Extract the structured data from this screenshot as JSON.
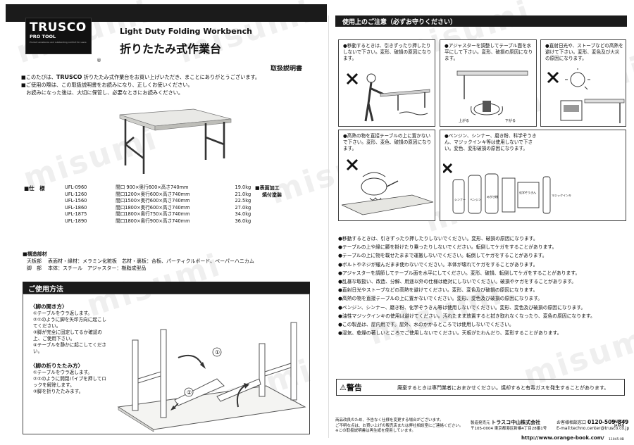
{
  "header": {
    "brand": "TRUSCO",
    "brand_sub": "PRO TOOL",
    "brand_fine": "Product excellence and outstanding comfort for users",
    "registered": "®",
    "en_title": "Light Duty Folding Workbench",
    "jp_title": "折りたたみ式作業台",
    "manual_label": "取扱説明書"
  },
  "intro": {
    "line1_pre": "■このたびは、",
    "line1_brand": "TRUSCO",
    "line1_post": " 折りたたみ式作業台をお買い上げいただき、まことにありがとうございます。",
    "line2": "■ご使用の際は、この取扱説明書をお読みになり、正しくお使いください。",
    "line3": "　お読みになった後は、大切に保管し、必要なときにお読みください。"
  },
  "spec": {
    "label": "■仕　様",
    "models": [
      "UFL-0960",
      "UFL-1260",
      "UFL-1560",
      "UFL-1860",
      "UFL-1875",
      "UFL-1890"
    ],
    "sizes": [
      "間口 900×奥行600×高さ740mm",
      "間口1200×奥行600×高さ740mm",
      "間口1500×奥行600×高さ740mm",
      "間口1800×奥行600×高さ740mm",
      "間口1800×奥行750×高さ740mm",
      "間口1800×奥行900×高さ740mm"
    ],
    "weights": [
      "19.0kg",
      "21.0kg",
      "22.5kg",
      "27.0kg",
      "34.0kg",
      "36.0kg"
    ],
    "finish_label": "■表面加工",
    "finish_value": "焼付塗装"
  },
  "structure": {
    "heading": "■構造部材",
    "top_label": "天板部",
    "top_value": "表面材・縁材：メラミン化粧板　芯材・裏板：合板、パーティクルボード、ペーパーハニカム",
    "leg_label": "脚　部",
    "leg_value": "本体：スチール　アジャスター：樹脂成型品"
  },
  "usage": {
    "title": "ご使用方法",
    "open_title": "〈脚の開き方〉",
    "open_steps": [
      "①テーブルをウラ返します。",
      "②①のように脚を矢印方向に起こしてください。",
      "③脚が完全に固定してるか確認の上、ご使用下さい。",
      "④テーブルを静かに起こしてください。"
    ],
    "fold_title": "〈脚の折りたたみ方〉",
    "fold_steps": [
      "①テーブルをウラ返します。",
      "②②のように開閉パイプを押してロックを解除します。",
      "③脚を折りたたみます。"
    ],
    "marker1": "①",
    "marker2": "②"
  },
  "caution": {
    "title": "使用上のご注意（必ずお守りください）",
    "panels": [
      "●移動するときは、引きずったり押したりしないで下さい。変形、破損の原因になります。",
      "●アジャスターを調整してテーブル面を水平にして下さい。変形、破損の原因になります。",
      "●直射日光や、ストーブなどの高熱を避けて下さい。変形、変色及び火災の原因になります。",
      "●高熱の物を直接テーブルの上に置かないで下さい。変形、変色、破損の原因になります。",
      "●ベンジン、シンナー、磨き粉、科学ぞうきん、マジックインキ等は使用しないで下さい。変色、変形破損の原因になります。"
    ],
    "adjuster_labels": [
      "上がる",
      "下がる"
    ],
    "bottle_labels": [
      "シンナー",
      "ベンジン",
      "みがき粉",
      "化学ぞうきん",
      "マジックインキ"
    ]
  },
  "bullets": [
    "●移動するときは、引きずったり押したりしないでください。変形、破損の原因になります。",
    "●テーブルの上や縁に腰を掛けたり乗ったりしないでください。転倒してケガをすることがあります。",
    "●テーブルの上に物を載せたままで運搬しないでください。転倒してケガをすることがあります。",
    "●ボルトやネジが緩んだまま使わないでください。本体が壊れてケガをすることがあります。",
    "●アジャスターを調節してテーブル面を水平にしてください。変形、破損、転倒してケガをすることがあります。",
    "●乱暴な取扱い、改造、分解、用途以外の仕様は絶対にしないでください。破損やケガをすることがあります。",
    "●直射日光やストーブなどの高熱を避けてください。変形、変色及び破損の原因になります。",
    "●高熱の物を直接テーブルの上に置かないでください。変形、変色及び破損の原因になります。",
    "●ベンジン、シンナー、磨き粉、化学ぞうきん等は使用しないでください。変形、変色及び破損の原因になります。",
    "●油性マジックインキの使用は避けてください。汚れたまま放置すると拭き取れなくなったり、変色の原因になります。",
    "●この製品は、屋内用です。屋外、水のかかるところでは使用しないでください。",
    "●湿気、乾燥の著しいところでご使用しないでください。天板がたわんだり、変形することがあります。"
  ],
  "warning": {
    "label": "⚠警告",
    "text": "廃棄するときは専門業者におまかせください。焼却すると有毒ガスを発生することがあります。"
  },
  "footer": {
    "notes": [
      "商品改良のため、予告なく仕様を変更する場合がございます。",
      "ご不明な点は、お買い上げの販売店または弊社相談室にご連絡ください。",
      "※この取扱説明書は再生紙を使用しています。"
    ],
    "maker_label": "製造発売元",
    "maker": "トラスコ中山株式会社",
    "address": "〒105-0004 東京都港区新橋4丁目28番1号",
    "tel_label": "お客様相談窓口",
    "tel": "0120-509-849",
    "email": "E-mail:techno.center@trusco.co.jp",
    "url": "http://www.orange-book.com/",
    "made_in": "MADE IN JAPAN",
    "code": "11045-0B"
  },
  "watermark": "misumi"
}
